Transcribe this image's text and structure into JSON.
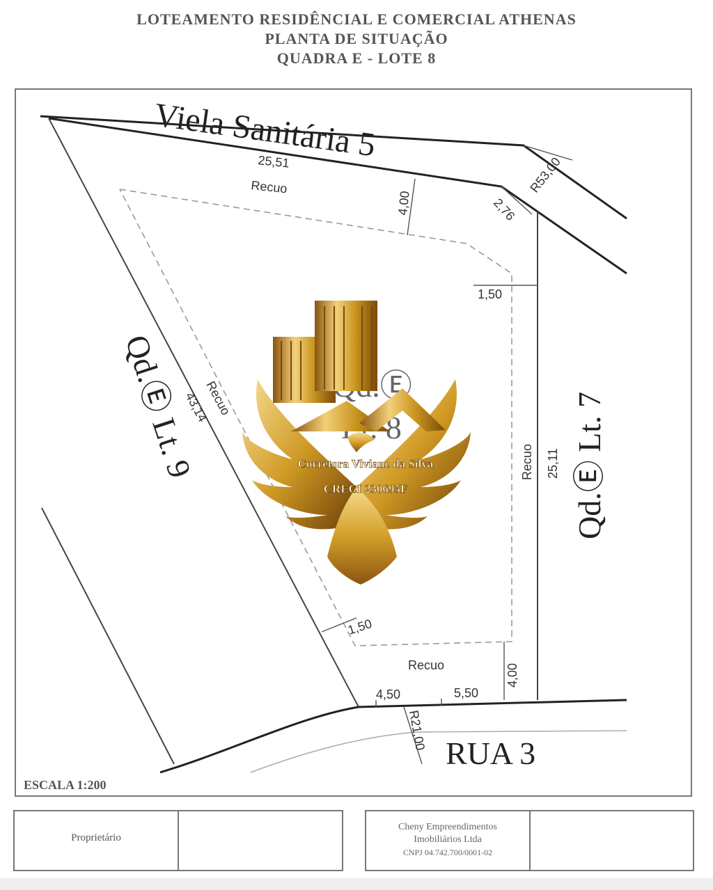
{
  "header": {
    "line1": "LOTEAMENTO RESIDÊNCIAL E COMERCIAL ATHENAS",
    "line2": "PLANTA DE SITUAÇÃO",
    "line3": "QUADRA E - LOTE 8"
  },
  "plan": {
    "street_top": "Viela Sanitária 5",
    "street_bottom": "RUA 3",
    "neighbor_left": "Qd.Ⓔ Lt. 9",
    "neighbor_right": "Qd.Ⓔ Lt. 7",
    "lot_label_1": "Qd.Ⓔ",
    "lot_label_2": "Lt. 8",
    "scale": "ESCALA 1:200",
    "dimensions": {
      "front_top": "25,51",
      "recuo_top": "Recuo",
      "setback_top": "4,00",
      "radius_top": "R53,00",
      "chord_top": "2,76",
      "side_right_setback": "1,50",
      "recuo_right": "Recuo",
      "side_right": "25,11",
      "recuo_left": "Recuo",
      "side_left": "43,14",
      "side_left_setback": "1,50",
      "recuo_bottom": "Recuo",
      "setback_bottom": "4,00",
      "front_bottom_a": "4,50",
      "front_bottom_b": "5,50",
      "radius_bottom": "R21,00"
    }
  },
  "watermark": {
    "name": "Corretora Viviane da Silva",
    "creci": "CRECI 230695F",
    "colors": {
      "gold_light": "#f4d27a",
      "gold": "#c9951f",
      "gold_dark": "#7a4a0a"
    }
  },
  "footer": {
    "owner_label": "Proprietário",
    "company_line1": "Cheny Empreendimentos",
    "company_line2": "Imobiliários Ltda",
    "company_line3": "CNPJ 04.742.700/0001-02"
  }
}
